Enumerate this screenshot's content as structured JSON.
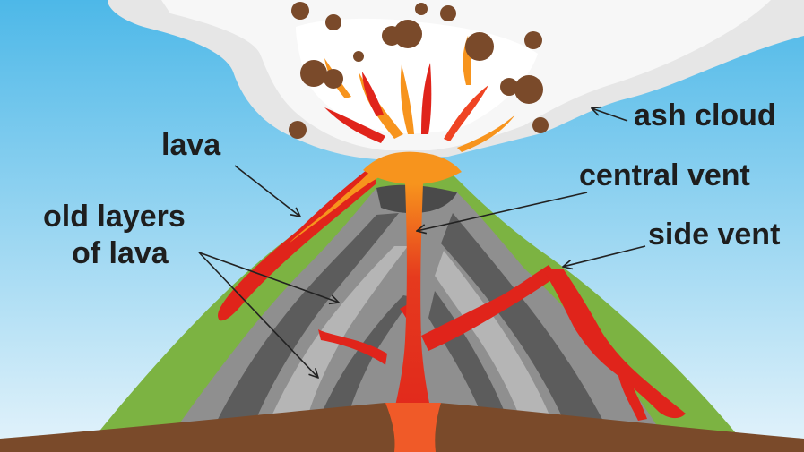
{
  "labels": {
    "ash_cloud": "ash cloud",
    "lava": "lava",
    "central_vent": "central vent",
    "side_vent": "side vent",
    "old_layers_line1": "old layers",
    "old_layers_line2": "of lava"
  },
  "colors": {
    "sky_top": "#4db8e8",
    "sky_bottom": "#e4f3fb",
    "ash": "#f2f2f2",
    "rock": "#7a4a2a",
    "lava": "#e0241b",
    "lava_bright": "#f7941d",
    "green": "#7cb342",
    "ground": "#7a4a2a",
    "layer_dark": "#666666",
    "layer_light": "#aaaaaa"
  }
}
